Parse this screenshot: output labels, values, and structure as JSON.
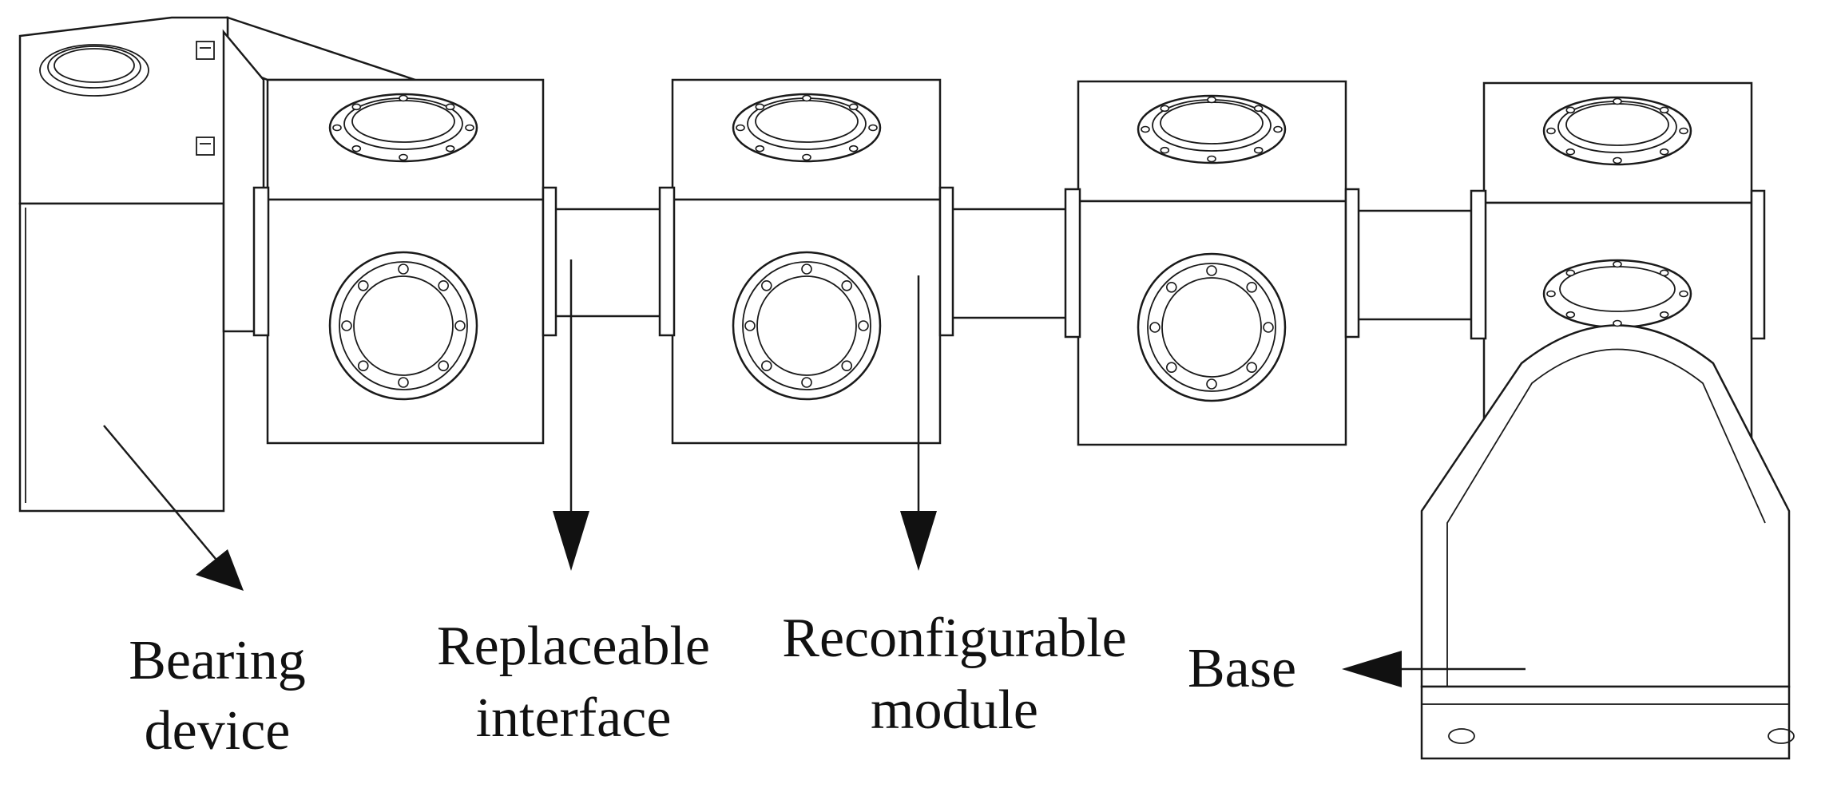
{
  "labels": {
    "bearing_device_line1": "Bearing",
    "bearing_device_line2": "device",
    "replaceable_interface_line1": "Replaceable",
    "replaceable_interface_line2": "interface",
    "reconfigurable_module_line1": "Reconfigurable",
    "reconfigurable_module_line2": "module",
    "base": "Base"
  },
  "colors": {
    "line": "#1a1a1a",
    "text": "#111111",
    "background": "#ffffff"
  }
}
